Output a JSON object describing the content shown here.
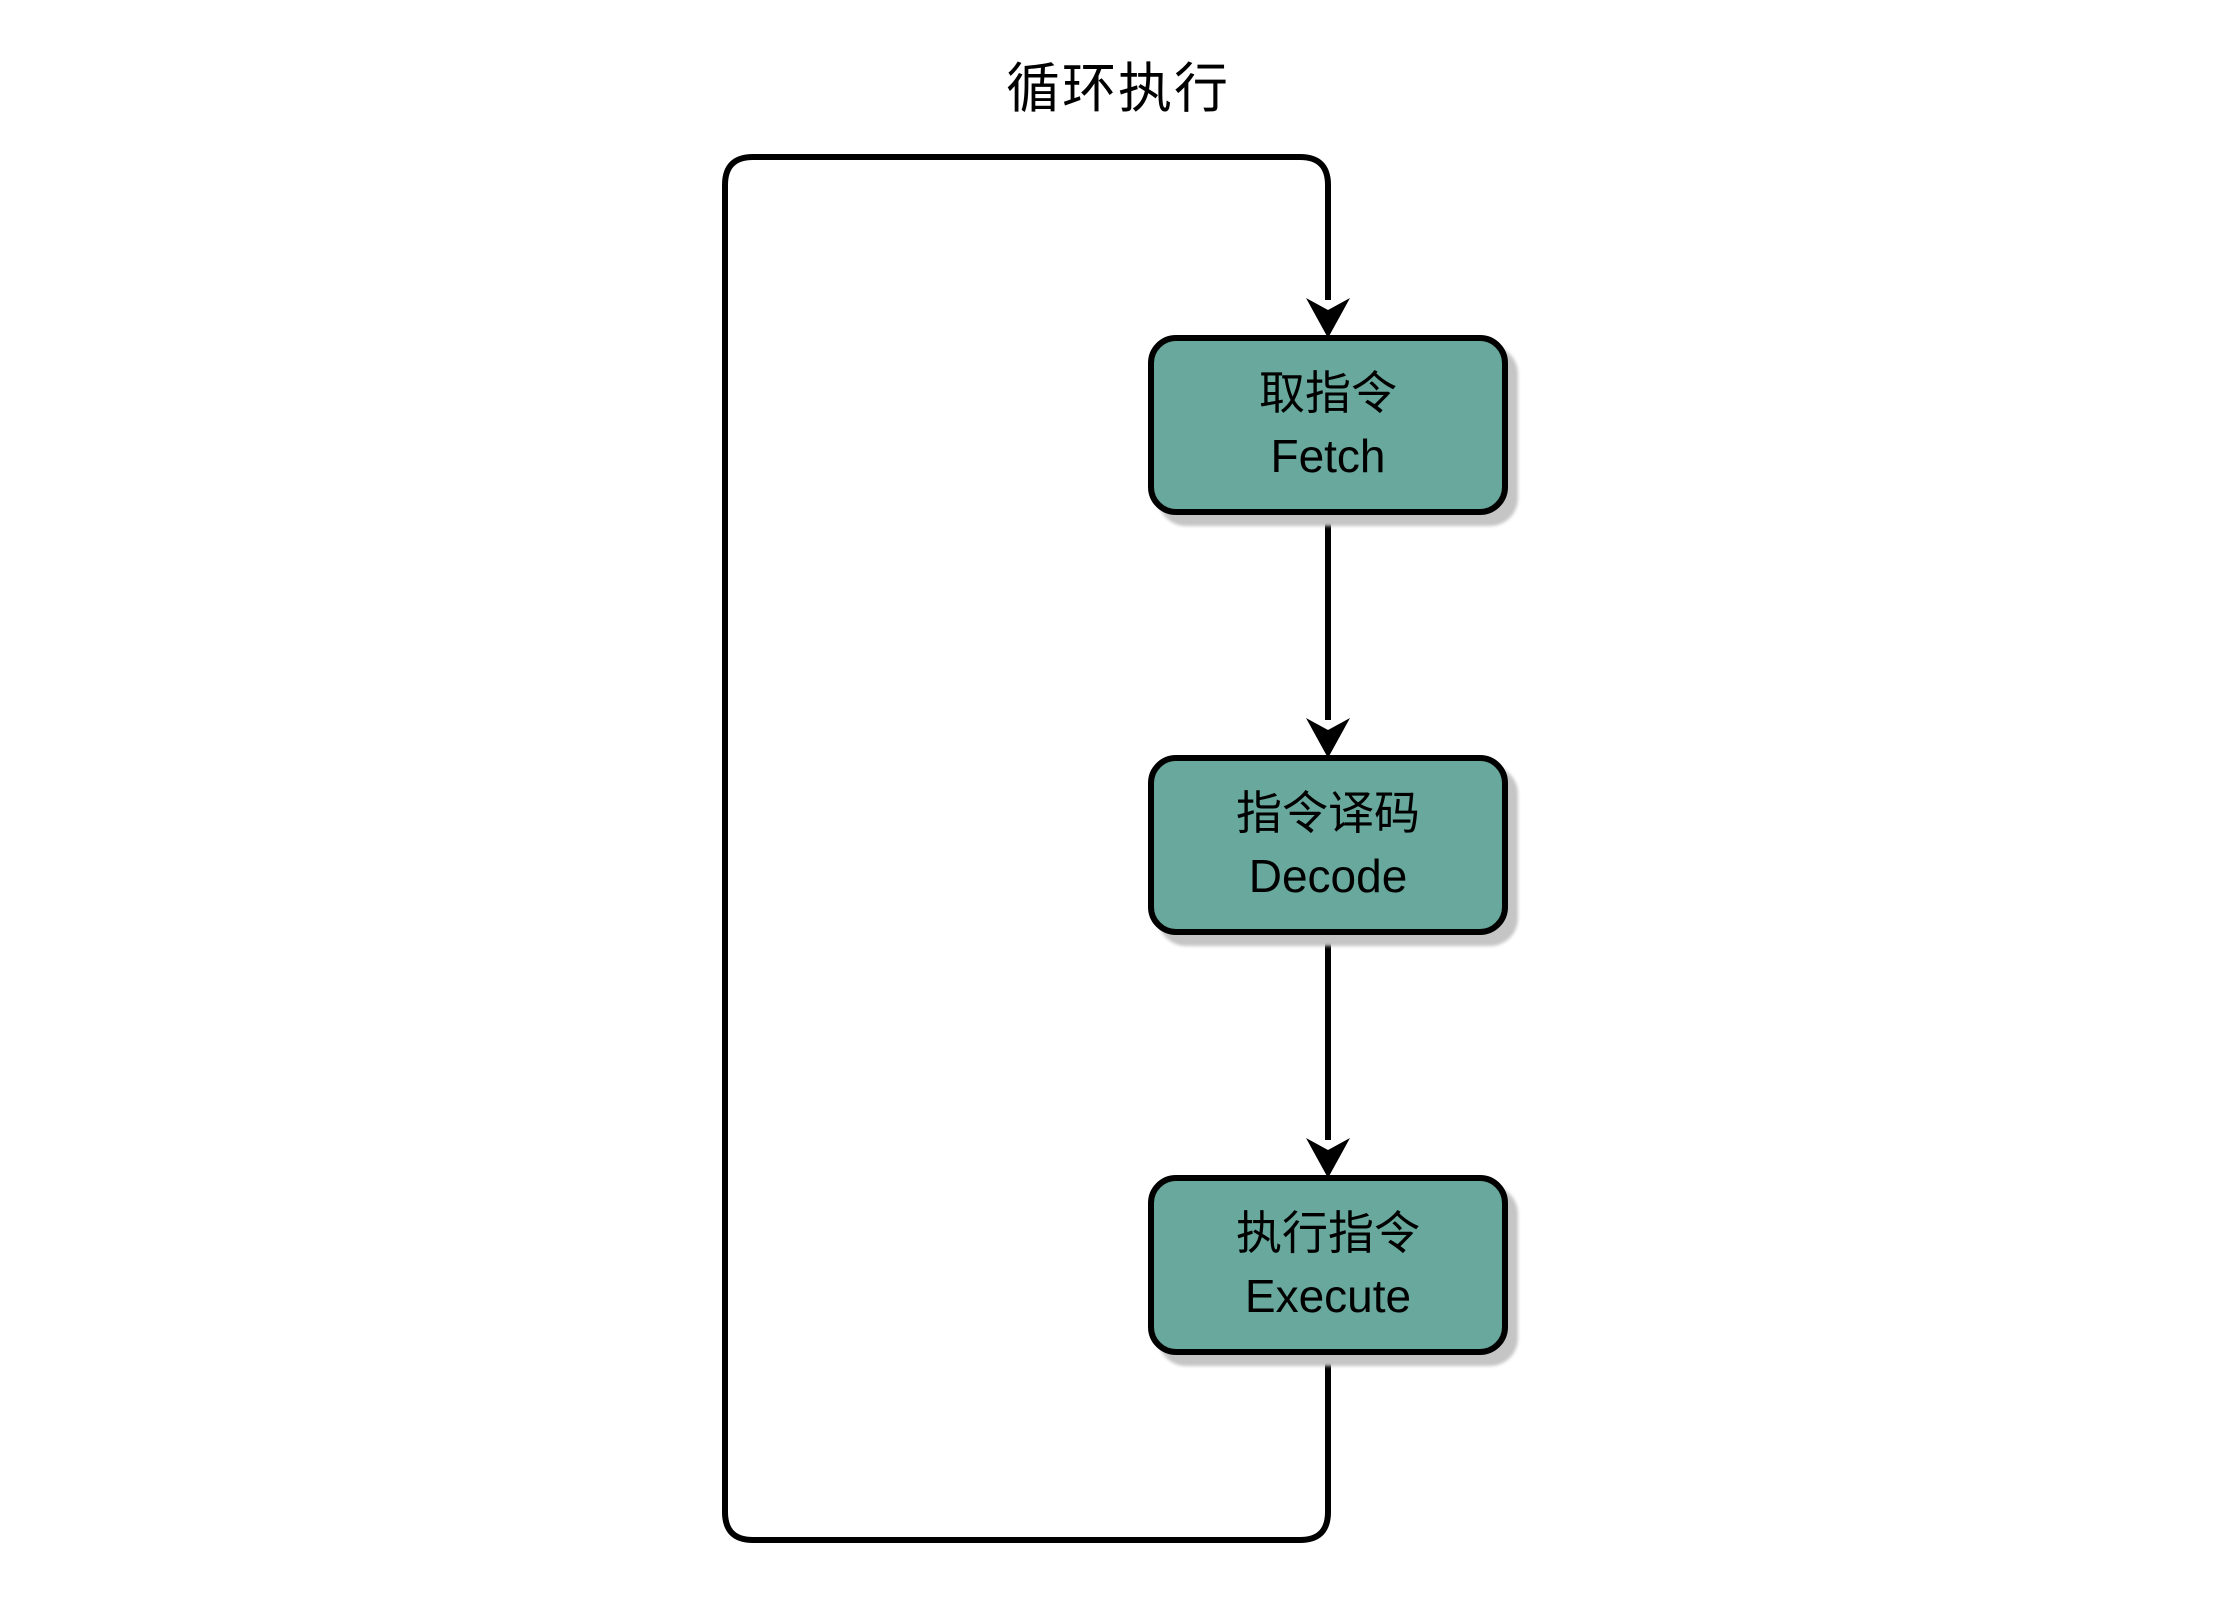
{
  "diagram": {
    "title": "循环执行",
    "nodes": [
      {
        "id": "fetch",
        "label_zh": "取指令",
        "label_en": "Fetch"
      },
      {
        "id": "decode",
        "label_zh": "指令译码",
        "label_en": "Decode"
      },
      {
        "id": "execute",
        "label_zh": "执行指令",
        "label_en": "Execute"
      }
    ],
    "edges": [
      {
        "from": "fetch",
        "to": "decode",
        "type": "straight-arrow"
      },
      {
        "from": "decode",
        "to": "execute",
        "type": "straight-arrow"
      },
      {
        "from": "execute",
        "to": "fetch",
        "type": "loop-back-arrow"
      }
    ],
    "colors": {
      "background": "#FFFFFF",
      "node_fill": "#68A89D",
      "node_border": "#000000",
      "edge": "#000000",
      "shadow": "#C5C5C5"
    }
  }
}
